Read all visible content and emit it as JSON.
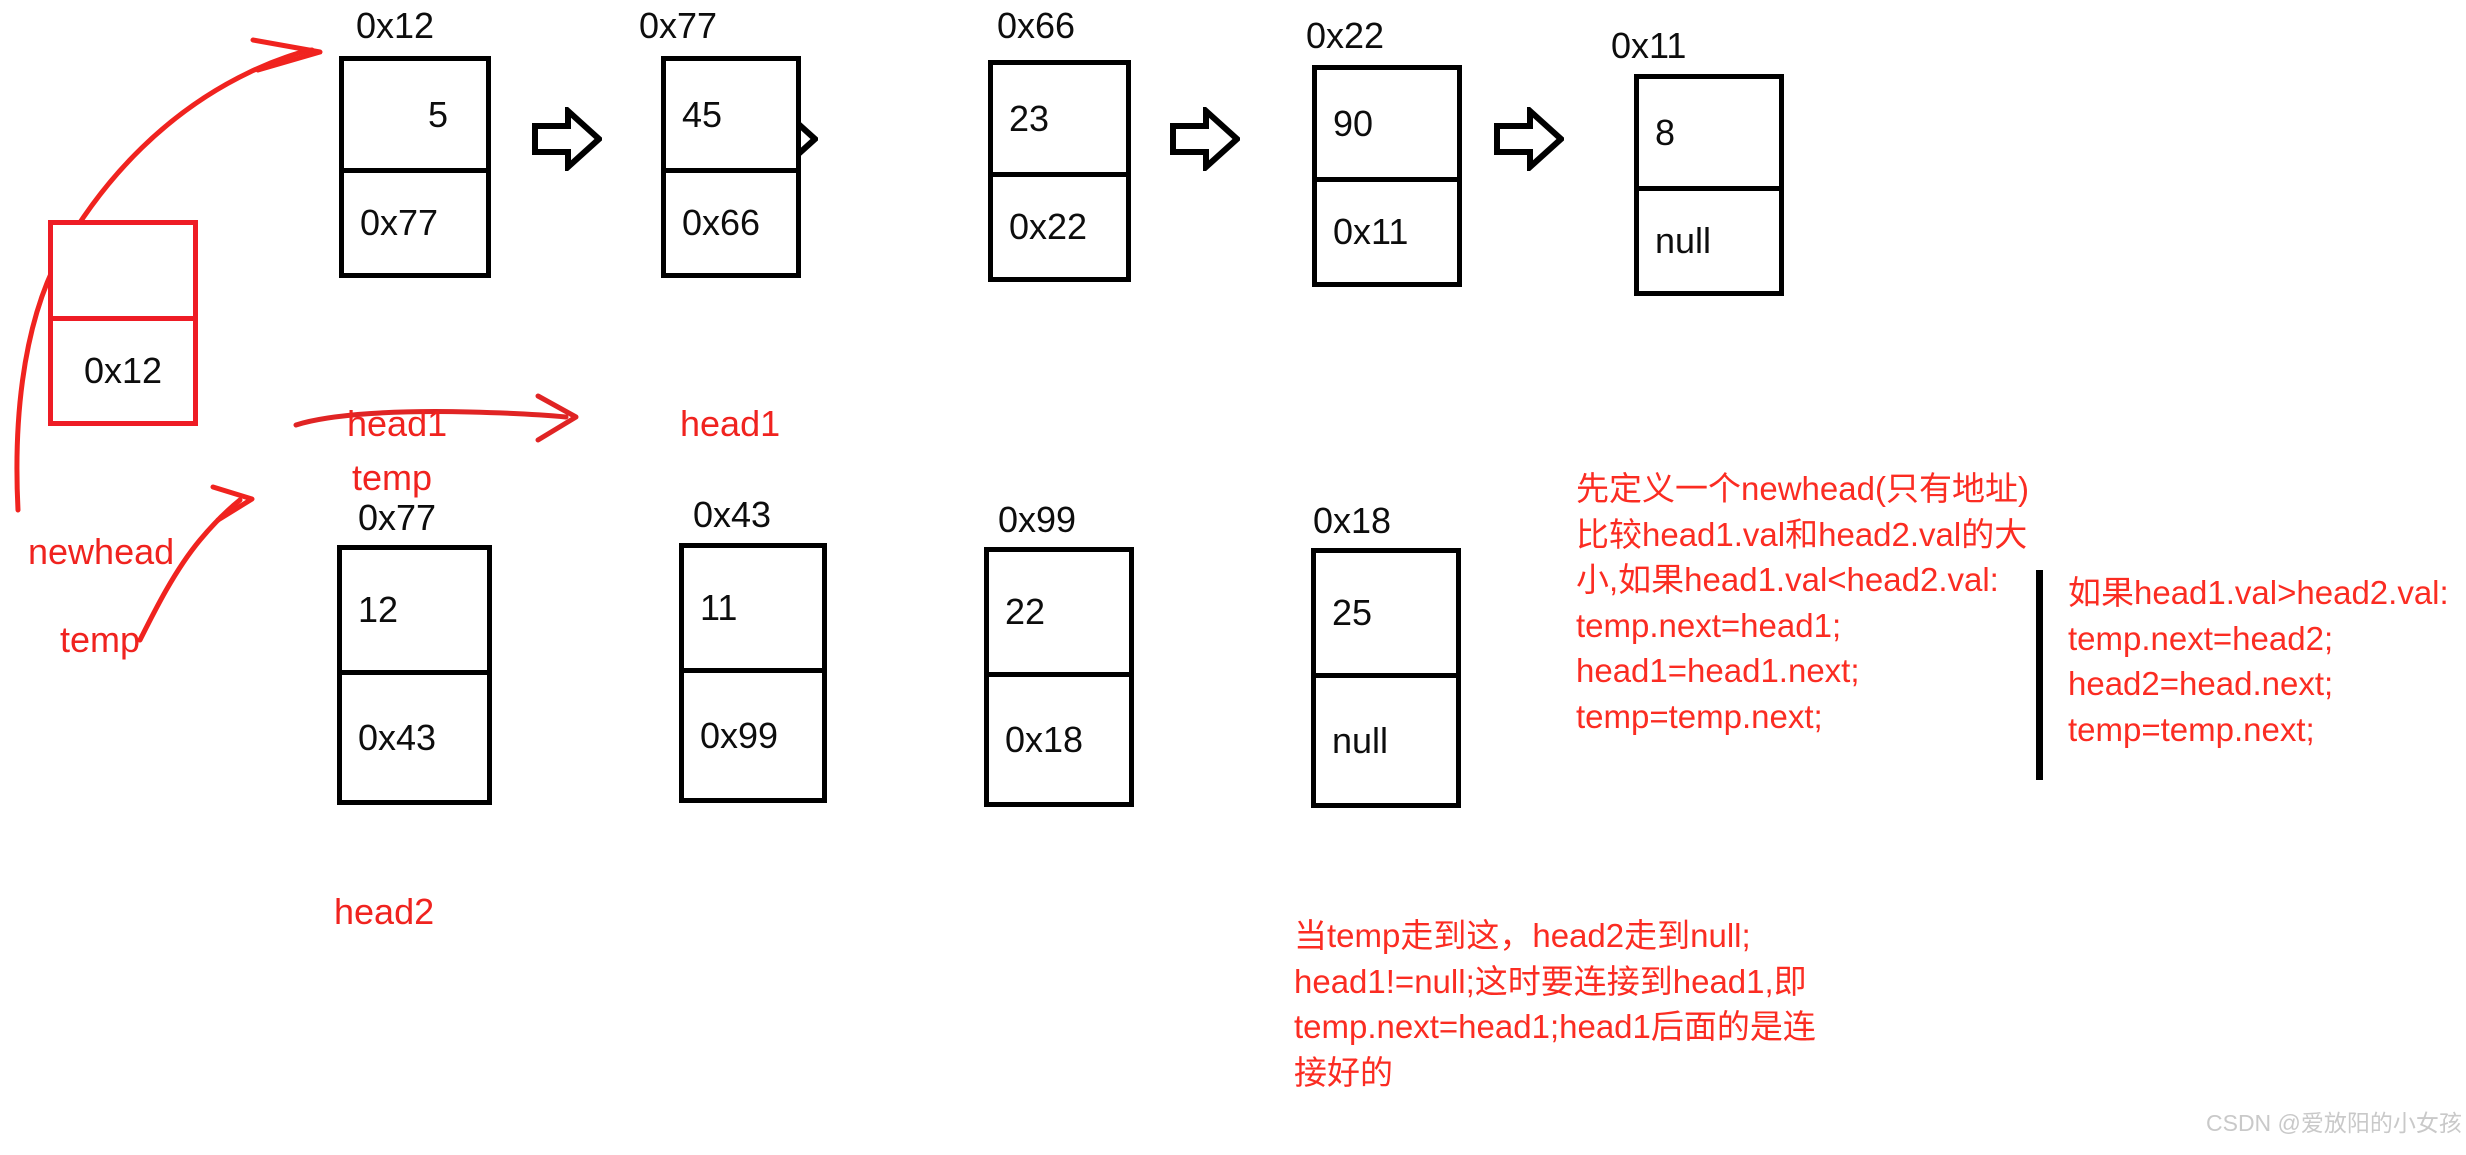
{
  "diagram": {
    "title": "merge-two-sorted-linked-lists",
    "colors": {
      "node_stroke": "#000000",
      "newhead_stroke": "#ee1c25",
      "annotation_red": "#fb2c22",
      "pointer_red": "#f0231f",
      "text_black": "#0d0d0d",
      "watermark_gray": "#c9c9c9"
    },
    "newhead_node": {
      "value": "",
      "next": "0x12",
      "labels": [
        "newhead",
        "temp"
      ]
    },
    "list1": {
      "name": "head1",
      "nodes": [
        {
          "address": "0x12",
          "value": "5",
          "next": "0x77"
        },
        {
          "address": "0x77",
          "value": "45",
          "next": "0x66"
        },
        {
          "address": "0x66",
          "value": "23",
          "next": "0x22"
        },
        {
          "address": "0x22",
          "value": "90",
          "next": "0x11"
        },
        {
          "address": "0x11",
          "value": "8",
          "next": "null"
        }
      ]
    },
    "list2": {
      "name": "head2",
      "nodes": [
        {
          "address": "0x77",
          "value": "12",
          "next": "0x43"
        },
        {
          "address": "0x43",
          "value": "11",
          "next": "0x99"
        },
        {
          "address": "0x99",
          "value": "22",
          "next": "0x18"
        },
        {
          "address": "0x18",
          "value": "25",
          "next": "null"
        }
      ]
    },
    "pointer_labels": {
      "head1_left": "head1",
      "temp_left": "temp",
      "head1_right": "head1",
      "head2": "head2"
    },
    "notes": {
      "left": "先定义一个newhead(只有地址)\n比较head1.val和head2.val的大\n小,如果head1.val<head2.val:\ntemp.next=head1;\nhead1=head1.next;\ntemp=temp.next;",
      "right": "如果head1.val>head2.val:\ntemp.next=head2;\nhead2=head.next;\ntemp=temp.next;",
      "bottom": "当temp走到这，head2走到null;\nhead1!=null;这时要连接到head1,即\ntemp.next=head1;head1后面的是连\n接好的"
    },
    "watermark": "CSDN @爱放阳的小女孩"
  }
}
